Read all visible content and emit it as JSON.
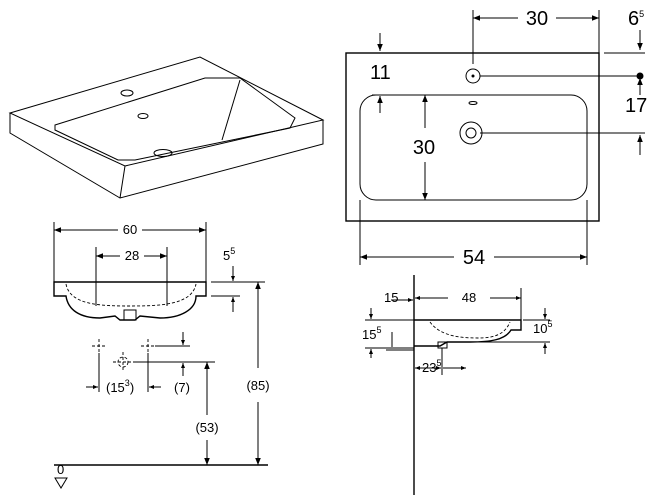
{
  "top_view": {
    "width_top": "30",
    "edge_offset_main": "6",
    "edge_offset_sup": "5",
    "tap_offset": "11",
    "overflow_offset": "17",
    "bowl_depth": "30",
    "bowl_width": "54"
  },
  "front_view": {
    "overall_width": "60",
    "tap_spacing": "28",
    "rim_height_main": "5",
    "rim_height_sup": "5",
    "bracket_spacing_main": "(15",
    "bracket_spacing_sup": "3",
    "bracket_spacing_close": ")",
    "bracket_drop": "(7)",
    "bracket_height": "(53)",
    "rim_height_total": "(85)",
    "floor_level": "0"
  },
  "side_view": {
    "wall_gap": "15",
    "projection": "48",
    "front_height_main": "15",
    "front_height_sup": "5",
    "rear_height_main": "10",
    "rear_height_sup": "5",
    "drain_offset_main": "23",
    "drain_offset_sup": "5"
  }
}
